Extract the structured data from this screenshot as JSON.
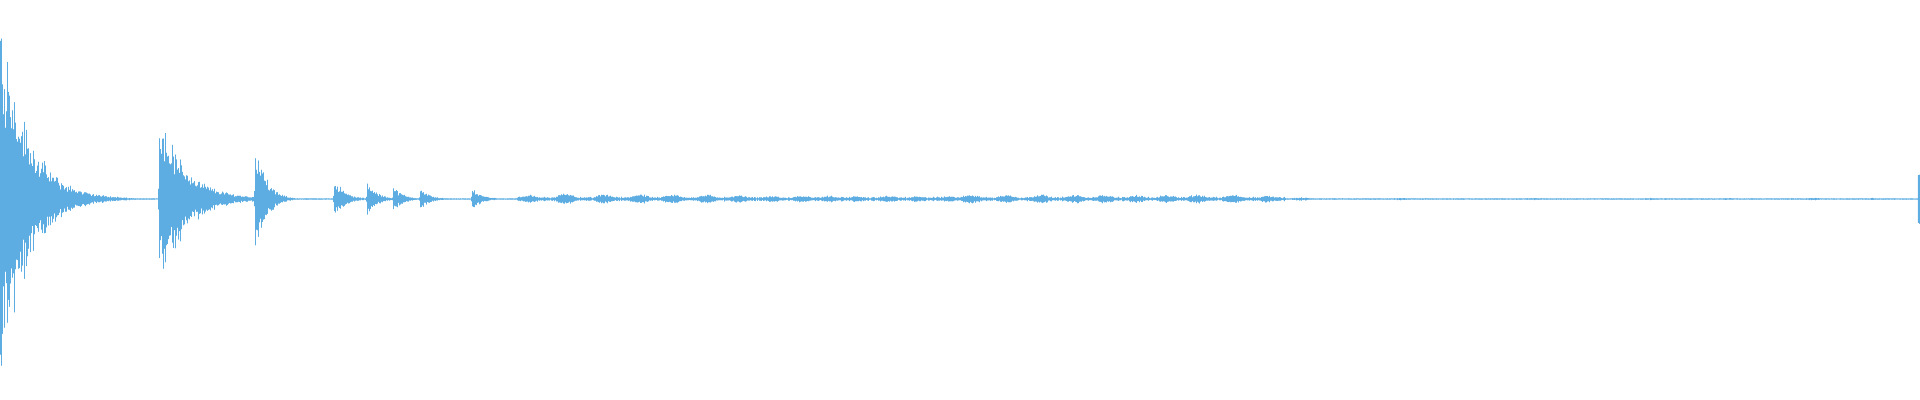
{
  "waveform": {
    "color": "#5dade2",
    "background": "#ffffff",
    "peaks": [
      {
        "t": 0.0,
        "amp": 0.92
      },
      {
        "t": 0.004,
        "amp": 0.55
      },
      {
        "t": 0.008,
        "amp": 0.38
      },
      {
        "t": 0.013,
        "amp": 0.32
      },
      {
        "t": 0.018,
        "amp": 0.22
      },
      {
        "t": 0.083,
        "amp": 0.42
      },
      {
        "t": 0.133,
        "amp": 0.3
      },
      {
        "t": 0.174,
        "amp": 0.1
      },
      {
        "t": 0.191,
        "amp": 0.08
      },
      {
        "t": 0.205,
        "amp": 0.06
      },
      {
        "t": 0.219,
        "amp": 0.05
      },
      {
        "t": 0.246,
        "amp": 0.05
      },
      {
        "t": 1.0,
        "amp": 0.12
      }
    ],
    "bumps": [
      {
        "t": 0.275,
        "amp": 0.02
      },
      {
        "t": 0.295,
        "amp": 0.026
      },
      {
        "t": 0.315,
        "amp": 0.022
      },
      {
        "t": 0.333,
        "amp": 0.024
      },
      {
        "t": 0.35,
        "amp": 0.022
      },
      {
        "t": 0.368,
        "amp": 0.022
      },
      {
        "t": 0.385,
        "amp": 0.018
      },
      {
        "t": 0.402,
        "amp": 0.016
      },
      {
        "t": 0.418,
        "amp": 0.018
      },
      {
        "t": 0.432,
        "amp": 0.016
      },
      {
        "t": 0.446,
        "amp": 0.014
      },
      {
        "t": 0.462,
        "amp": 0.016
      },
      {
        "t": 0.478,
        "amp": 0.014
      },
      {
        "t": 0.494,
        "amp": 0.014
      },
      {
        "t": 0.506,
        "amp": 0.022
      },
      {
        "t": 0.524,
        "amp": 0.02
      },
      {
        "t": 0.542,
        "amp": 0.022
      },
      {
        "t": 0.56,
        "amp": 0.02
      },
      {
        "t": 0.576,
        "amp": 0.02
      },
      {
        "t": 0.592,
        "amp": 0.018
      },
      {
        "t": 0.608,
        "amp": 0.02
      },
      {
        "t": 0.624,
        "amp": 0.022
      },
      {
        "t": 0.642,
        "amp": 0.022
      },
      {
        "t": 0.66,
        "amp": 0.016
      },
      {
        "t": 0.678,
        "amp": 0.008
      },
      {
        "t": 0.73,
        "amp": 0.006
      },
      {
        "t": 0.8,
        "amp": 0.005
      },
      {
        "t": 0.86,
        "amp": 0.005
      },
      {
        "t": 0.9,
        "amp": 0.005
      },
      {
        "t": 0.945,
        "amp": 0.006
      },
      {
        "t": 0.975,
        "amp": 0.005
      }
    ]
  }
}
